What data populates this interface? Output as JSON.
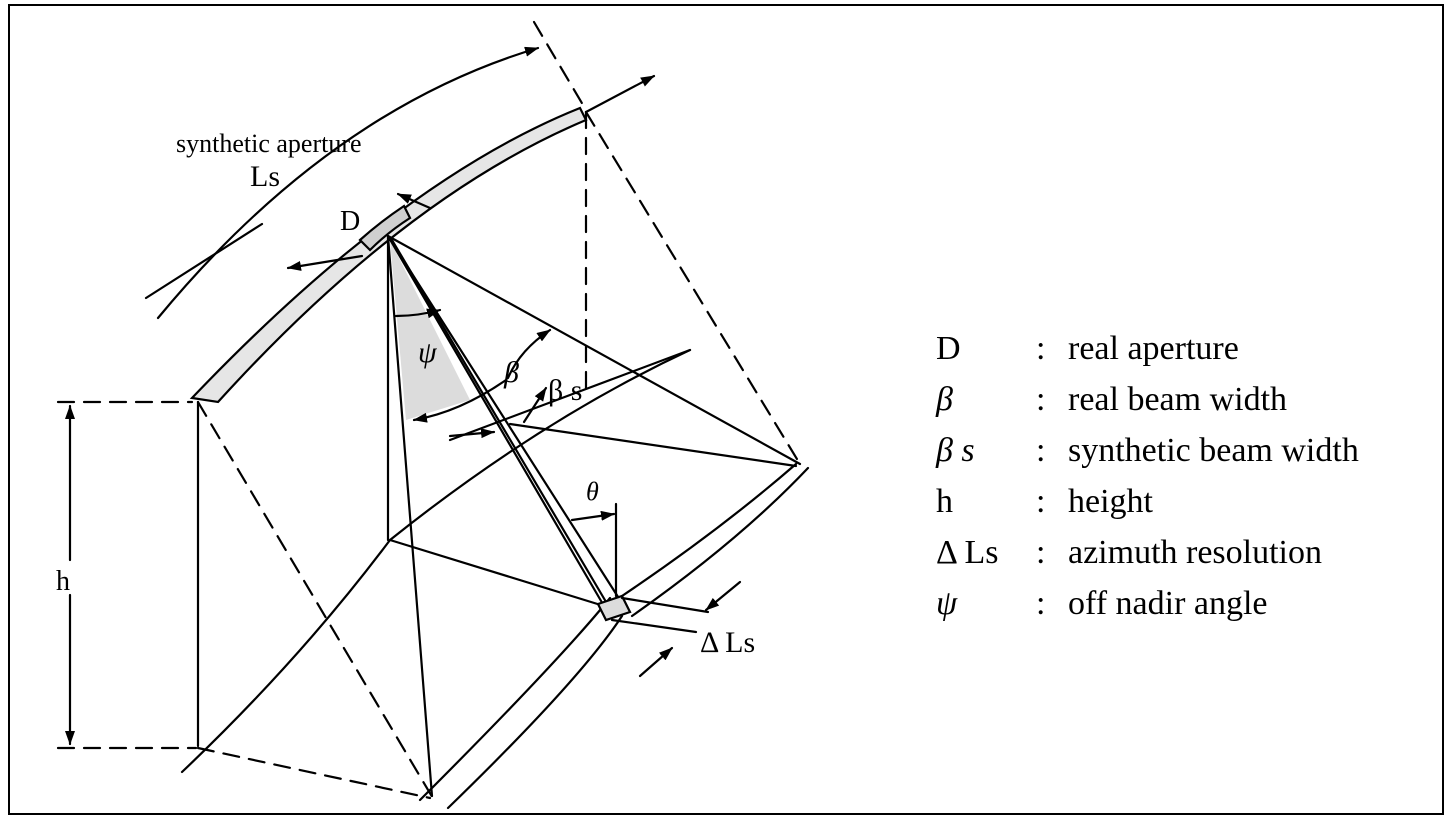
{
  "diagram": {
    "labels": {
      "synthetic_aperture": "synthetic aperture",
      "Ls": "Ls",
      "D": "D",
      "psi": "ψ",
      "beta": "β",
      "beta_s": "β s",
      "theta": "θ",
      "h": "h",
      "delta_Ls": "Δ Ls"
    }
  },
  "legend": {
    "colon": ":",
    "items": [
      {
        "symbol": "D",
        "description": "real aperture"
      },
      {
        "symbol": "β",
        "description": "real beam width"
      },
      {
        "symbol": "β s",
        "description": "synthetic beam width"
      },
      {
        "symbol": "h",
        "description": "height"
      },
      {
        "symbol": "Δ Ls",
        "description": "azimuth resolution"
      },
      {
        "symbol": "ψ",
        "description": "off nadir angle"
      }
    ]
  }
}
